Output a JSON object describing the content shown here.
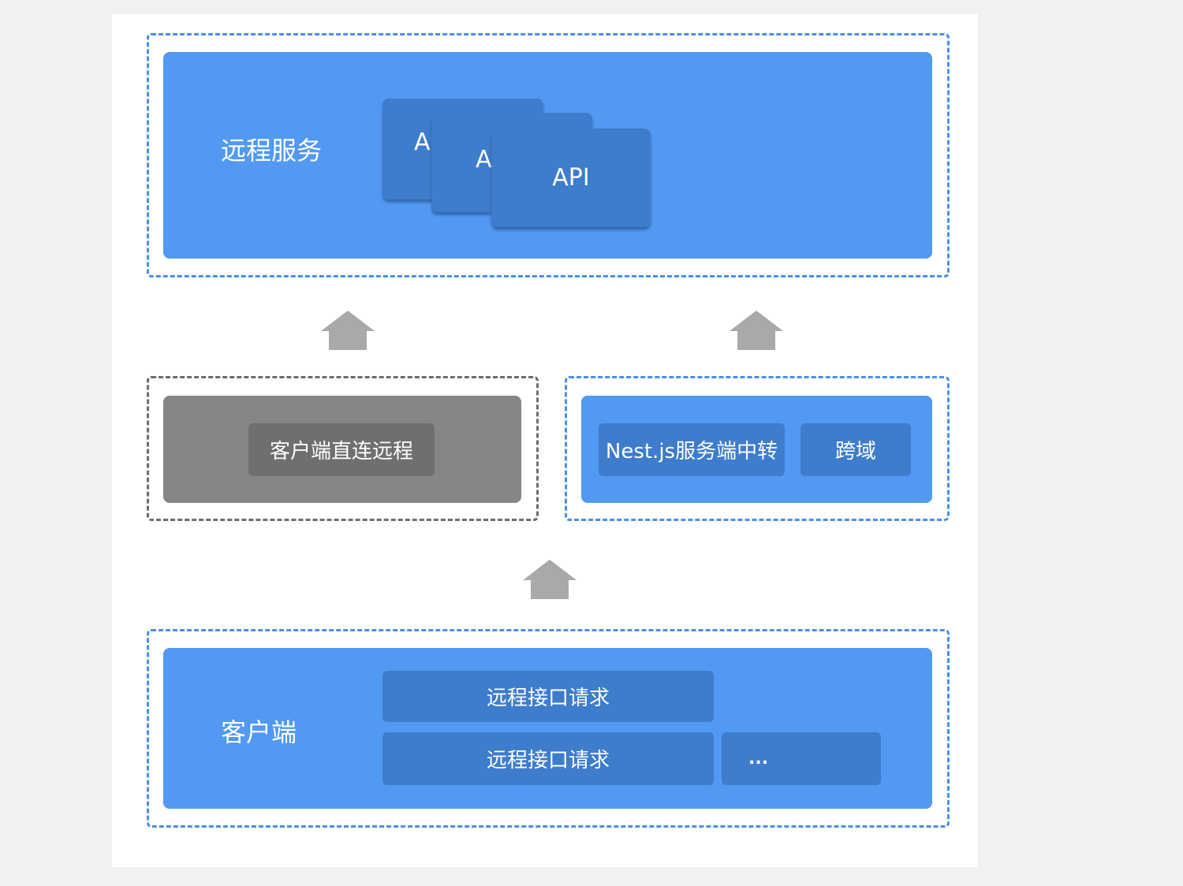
{
  "remote_service": {
    "title": "远程服务",
    "api_cards": [
      "A",
      "A",
      "API"
    ]
  },
  "middle": {
    "direct": {
      "label": "客户端直连远程"
    },
    "proxy": {
      "label": "Nest.js服务端中转",
      "cors_label": "跨域"
    }
  },
  "client": {
    "title": "客户端",
    "requests": [
      "远程接口请求",
      "远程接口请求"
    ],
    "more_label": "..."
  },
  "colors": {
    "panel_blue": "#5199f2",
    "chip_blue": "#3e7ccc",
    "panel_gray": "#868686",
    "arrow_gray": "#a9a9a9",
    "dash_blue": "#4a90e2"
  }
}
